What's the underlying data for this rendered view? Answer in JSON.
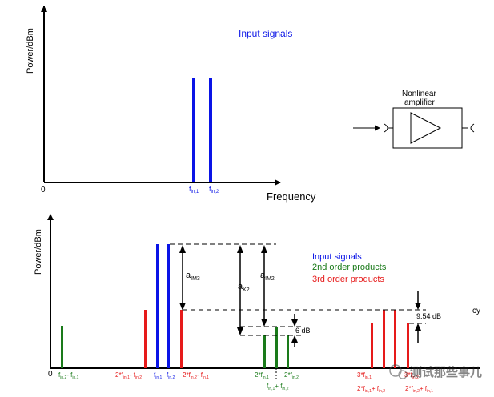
{
  "top_chart": {
    "title": "Input signals",
    "ylabel": "Power/dBm",
    "xlabel": "Frequency",
    "origin": "0",
    "tick_f1_main": "f",
    "tick_f1_sub": "in,1",
    "tick_f2_main": "f",
    "tick_f2_sub": "in,2"
  },
  "amplifier": {
    "title_line1": "Nonlinear",
    "title_line2": "amplifier"
  },
  "bottom_chart": {
    "ylabel": "Power/dBm",
    "origin": "0",
    "xlabel_partial": "cy",
    "legend": {
      "input": "Input signals",
      "second": "2nd order products",
      "third": "3rd order products"
    },
    "annotations": {
      "a_im3": "a",
      "a_im3_sub": "IM3",
      "a_k2": "a",
      "a_k2_sub": "K2",
      "a_im2": "a",
      "a_im2_sub": "IM2",
      "six_db": "6 dB",
      "nine_db": "9.54 dB"
    },
    "tick_labels": [
      {
        "main": "f",
        "sub": "in,2",
        "tail": "- f",
        "sub2": "in,1"
      },
      {
        "main": "2*f",
        "sub": "in,1",
        "tail": "- f",
        "sub2": "in,2"
      },
      {
        "main": "f",
        "sub": "in,1",
        "tail": "",
        "sub2": ""
      },
      {
        "main": "f",
        "sub": "in,2",
        "tail": "",
        "sub2": ""
      },
      {
        "main": "2*f",
        "sub": "in,2",
        "tail": "- f",
        "sub2": "in,1"
      },
      {
        "main": "2*f",
        "sub": "in,1",
        "tail": "",
        "sub2": ""
      },
      {
        "main": "2*f",
        "sub": "in,2",
        "tail": "",
        "sub2": ""
      },
      {
        "main": "f",
        "sub": "in,1",
        "tail": "+ f",
        "sub2": "in,2"
      },
      {
        "main": "3*f",
        "sub": "in,1",
        "tail": "",
        "sub2": ""
      },
      {
        "main": "3*f",
        "sub": "in,2",
        "tail": "",
        "sub2": ""
      },
      {
        "main": "2*f",
        "sub": "in,1",
        "tail": "+ f",
        "sub2": "in,2"
      },
      {
        "main": "2*f",
        "sub": "in,2",
        "tail": "+ f",
        "sub2": "in,1"
      }
    ],
    "watermark": "测试那些事儿"
  },
  "colors": {
    "input": "#0a14e6",
    "second": "#1a7a1a",
    "third": "#e61a1a",
    "axis": "#000000"
  }
}
